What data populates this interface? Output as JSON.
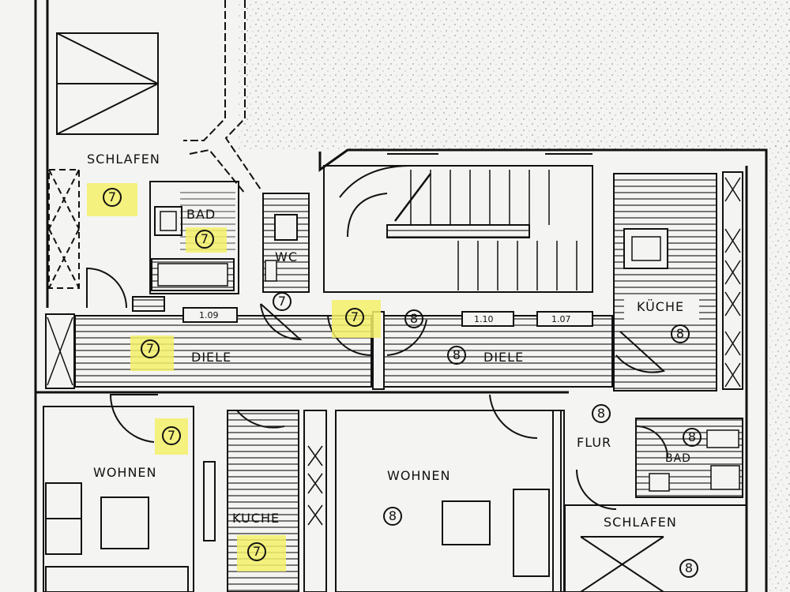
{
  "rooms": {
    "schlafen_top_left": "SCHLAFEN",
    "bad_left": "BAD",
    "wc": "WC",
    "diele_left": "DIELE",
    "diele_right": "DIELE",
    "kueche_top_right": "KÜCHE",
    "wohnen_left": "WOHNEN",
    "kueche_bottom": "KUCHE",
    "wohnen_center": "WOHNEN",
    "flur": "FLUR",
    "bad_right": "BAD",
    "schlafen_bottom_right": "SCHLAFEN"
  },
  "dimensions": {
    "d1": "1.09",
    "d2": "1.10",
    "d3": "1.07"
  },
  "unit_markers": {
    "u7_schlafen": "7",
    "u7_bad": "7",
    "u7_wc": "7",
    "u7_stair": "7",
    "u7_diele": "7",
    "u7_wohnen": "7",
    "u7_kueche": "7",
    "u8_stair": "8",
    "u8_diele": "8",
    "u8_kueche": "8",
    "u8_flur": "8",
    "u8_bad": "8",
    "u8_wohnen": "8",
    "u8_schlafen": "8"
  },
  "colors": {
    "highlight": "#f3f06a",
    "ink": "#111111",
    "paper": "#f4f4f2"
  }
}
